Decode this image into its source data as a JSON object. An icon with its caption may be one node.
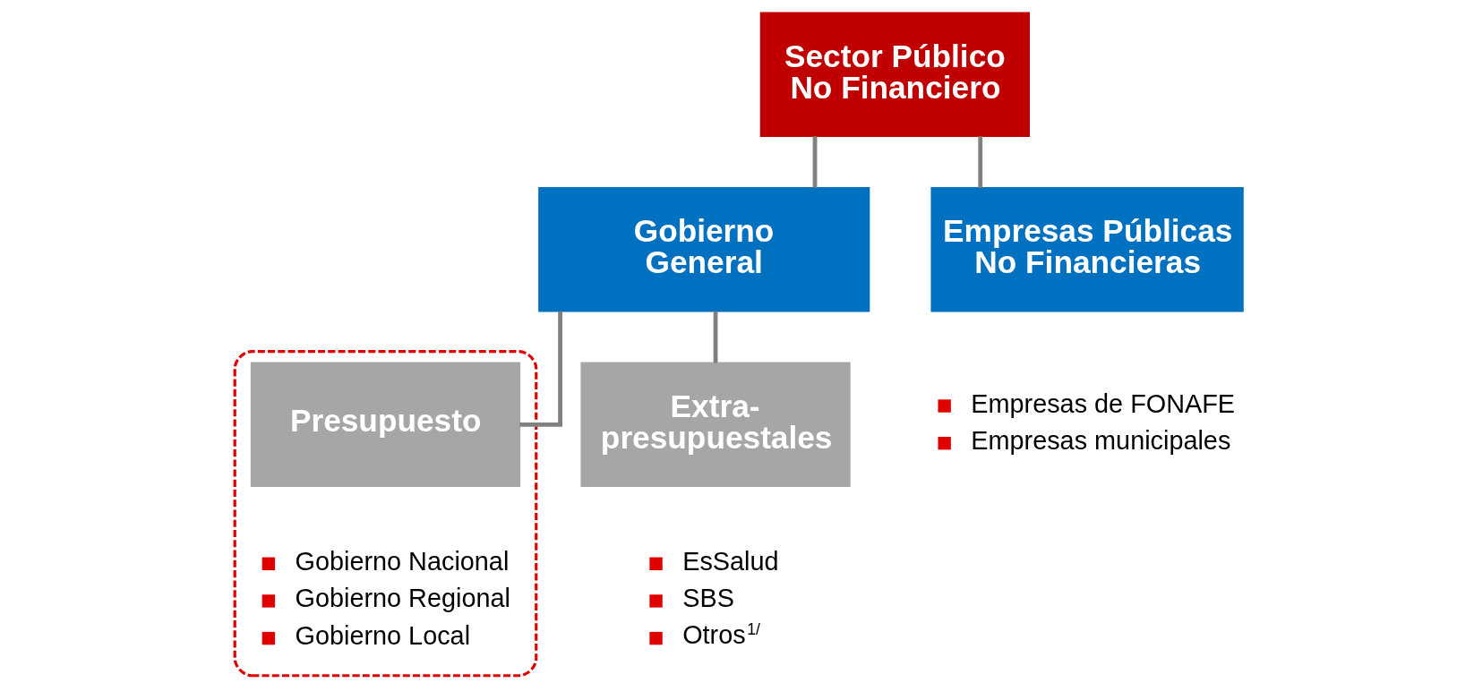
{
  "diagram": {
    "nodes": [
      {
        "text": [
          "Sector Público No Financiero"
        ]
      },
      {
        "text": [
          "Gobierno General"
        ]
      },
      {
        "text": [
          "Empresas Públicas No Financieras"
        ],
        "beside": [
          "Empresas de FONAFE",
          "Empresas municipales"
        ]
      },
      {
        "text": [],
        "shape": "ellipse"
      },
      {
        "text": [
          "Presupuesto"
        ],
        "in": 3,
        "beside": [
          "Gobierno Nacional",
          "Gobierno Regional",
          "Gobierno Local"
        ]
      },
      {
        "text": [
          "Extra- presupuestales"
        ],
        "beside": [
          "EsSalud",
          "SBS",
          "Otros$^{1/}$"
        ]
      }
    ],
    "edges": [
      {
        "from": 0,
        "to": 1,
        "arrow": "none"
      },
      {
        "from": 0,
        "to": 2,
        "arrow": "none"
      },
      {
        "from": 1,
        "to": 4,
        "arrow": "none"
      },
      {
        "from": 1,
        "to": 5,
        "arrow": "none"
      }
    ]
  }
}
